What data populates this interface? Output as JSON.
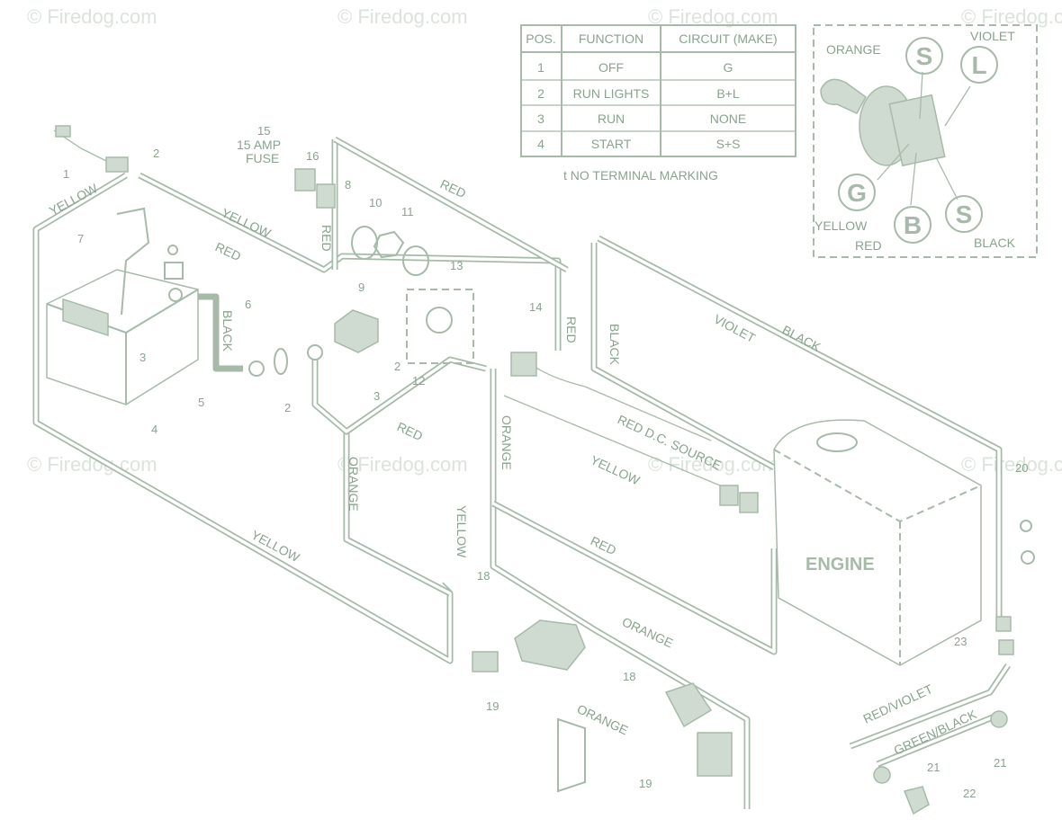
{
  "watermark": "© Firedog.com",
  "table": {
    "headers": [
      "POS.",
      "FUNCTION",
      "CIRCUIT (MAKE)"
    ],
    "rows": [
      {
        "pos": "1",
        "function": "OFF",
        "circuit": "G"
      },
      {
        "pos": "2",
        "function": "RUN LIGHTS",
        "circuit": "B+L"
      },
      {
        "pos": "3",
        "function": "RUN",
        "circuit": "NONE"
      },
      {
        "pos": "4",
        "function": "START",
        "circuit": "S+S"
      }
    ],
    "note": "t NO TERMINAL MARKING"
  },
  "switch_detail": {
    "terminals": [
      "S",
      "L",
      "G",
      "B",
      "S"
    ],
    "labels": {
      "orange": "ORANGE",
      "violet": "VIOLET",
      "yellow": "YELLOW",
      "red": "RED",
      "black": "BLACK"
    }
  },
  "engine_label": "ENGINE",
  "wire_labels": {
    "yellow": "YELLOW",
    "red": "RED",
    "black": "BLACK",
    "orange": "ORANGE",
    "violet": "VIOLET",
    "red_dc": "RED  D.C. SOURCE",
    "red_violet": "RED/VIOLET",
    "green_black": "GREEN/BLACK"
  },
  "fuse_label": [
    "15 AMP",
    "FUSE"
  ],
  "part_numbers": [
    "1",
    "2",
    "3",
    "4",
    "5",
    "6",
    "7",
    "8",
    "9",
    "10",
    "11",
    "12",
    "13",
    "14",
    "15",
    "16",
    "18",
    "19",
    "20",
    "21",
    "22",
    "23"
  ]
}
